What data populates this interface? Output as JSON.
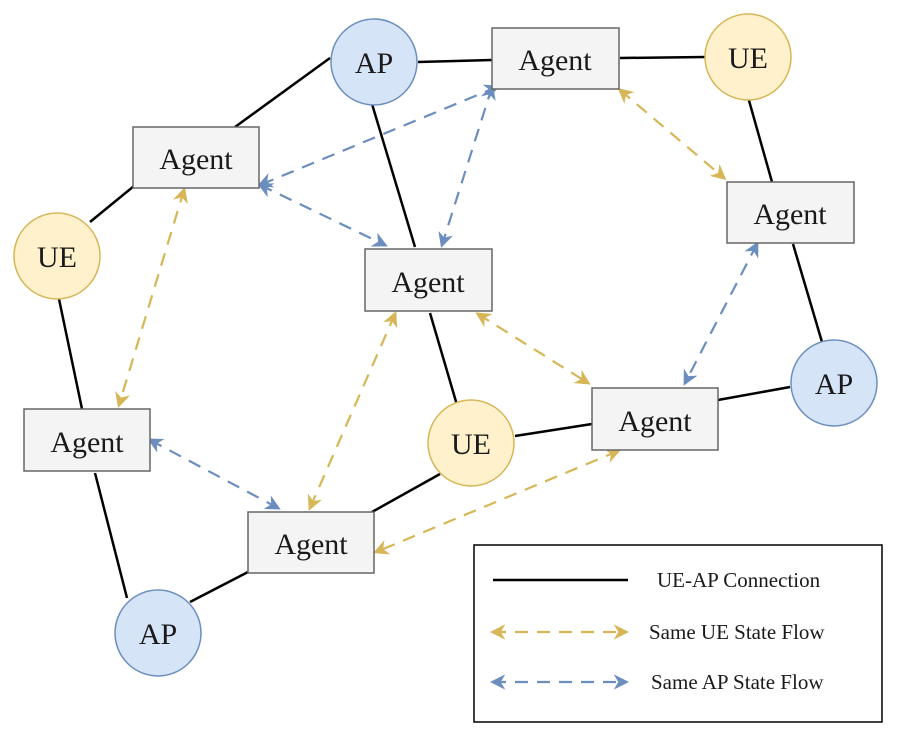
{
  "nodes": {
    "ap_top": "AP",
    "ap_right": "AP",
    "ap_bottom": "AP",
    "ue_top_right": "UE",
    "ue_left": "UE",
    "ue_middle": "UE",
    "agent_top": "Agent",
    "agent_upper_left": "Agent",
    "agent_right": "Agent",
    "agent_center": "Agent",
    "agent_left": "Agent",
    "agent_bottom": "Agent",
    "agent_lower_right": "Agent"
  },
  "legend": {
    "connection": "UE-AP Connection",
    "ue_flow": "Same UE State Flow",
    "ap_flow": "Same AP State Flow"
  },
  "colors": {
    "ap_fill": "#d6e4f7",
    "ap_stroke": "#6c8ebf",
    "ue_fill": "#fff1cc",
    "ue_stroke": "#d6b656",
    "agent_fill": "#f4f4f4",
    "agent_stroke": "#666666",
    "ue_flow": "#d6b656",
    "ap_flow": "#6c8ebf",
    "connection": "#000000"
  }
}
